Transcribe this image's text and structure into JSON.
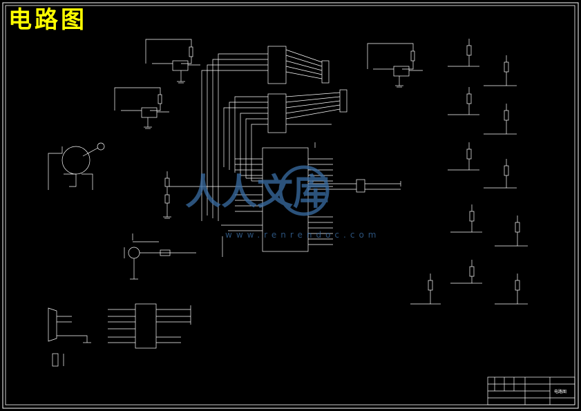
{
  "title": "电路图",
  "watermark": {
    "logo_text": "人人文库",
    "url_text": "www.renrendoc.com",
    "color": "#3a6ea5"
  },
  "title_block": {
    "drawing_name": "电路图"
  },
  "colors": {
    "background": "#000000",
    "title": "#ffff00",
    "lines": "#ffffff"
  }
}
